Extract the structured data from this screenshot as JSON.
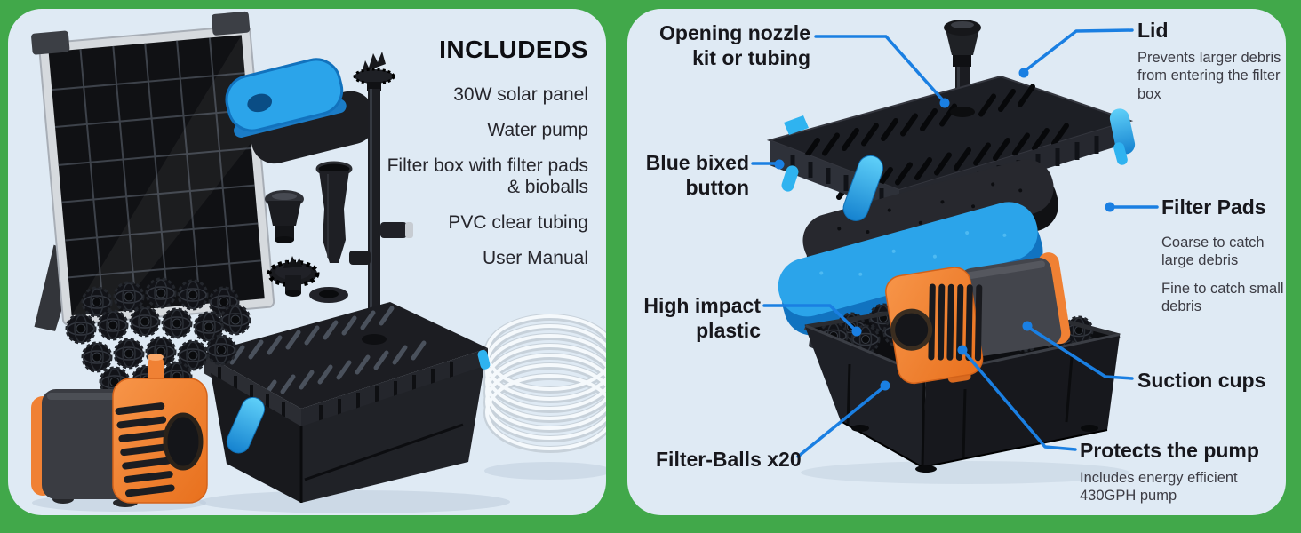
{
  "theme": {
    "frame_green": "#41a84a",
    "panel_bg": "#dfeaf4",
    "label_ink": "#17171c",
    "sub_ink": "#3c3c44",
    "leader_blue": "#1a7fe2",
    "pump_orange": "#f08134",
    "clip_blue": "#2fb3f0",
    "pad_blue": "#2ba4ea"
  },
  "left_panel": {
    "title": "INCLUDEDS",
    "items": [
      "30W solar panel",
      "Water pump",
      "Filter box with filter pads & bioballs",
      "PVC clear tubing",
      "User Manual"
    ],
    "illustrations": [
      "solar-panel",
      "filter-pads",
      "nozzle-kit",
      "fountain-stem",
      "bio-balls",
      "water-pump",
      "filter-box",
      "clear-tubing-coil"
    ]
  },
  "right_panel": {
    "opening_nozzle": {
      "title": "Opening nozzle kit or tubing"
    },
    "lid": {
      "title": "Lid",
      "subtitle": "Prevents larger debris from entering the filter box"
    },
    "blue_button": {
      "title": "Blue bixed button"
    },
    "filter_pads": {
      "title": "Filter Pads",
      "subtitle_coarse": "Coarse to catch large debris",
      "subtitle_fine": "Fine to catch small debris"
    },
    "high_impact": {
      "title": "High impact plastic"
    },
    "suction_cups": {
      "title": "Suction cups"
    },
    "filter_balls": {
      "title": "Filter-Balls x20"
    },
    "protects_pump": {
      "title": "Protects the pump",
      "subtitle": "Includes energy efficient 430GPH pump"
    },
    "illustrations": [
      "fountain-nozzle",
      "filter-box-lid",
      "coarse-filter-pad",
      "fine-filter-pad",
      "water-pump",
      "filter-box-with-bioballs"
    ]
  }
}
